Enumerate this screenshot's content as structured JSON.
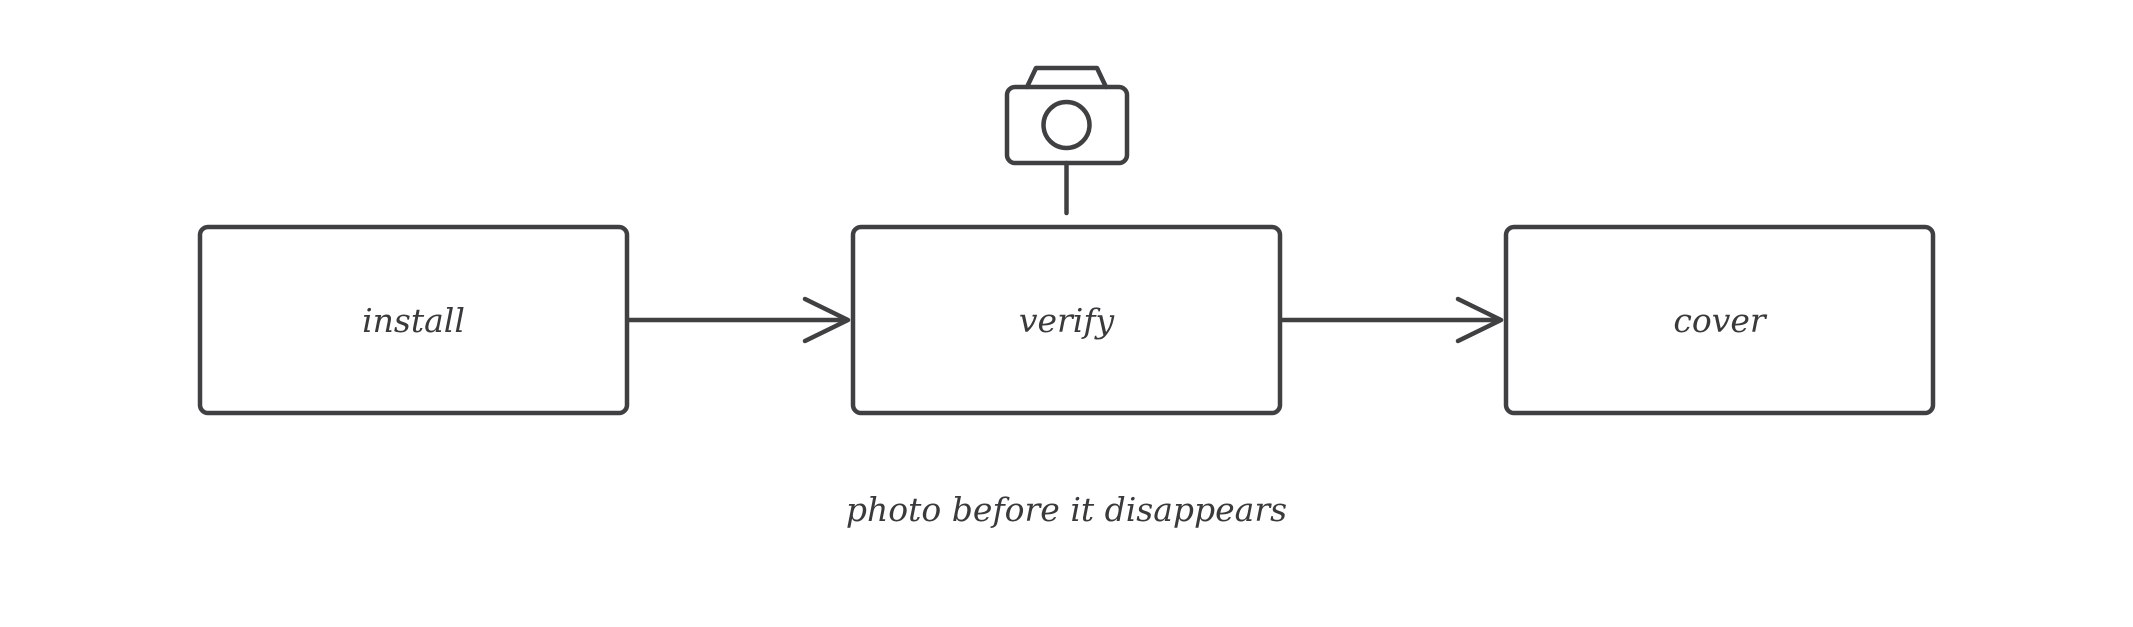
{
  "diagram": {
    "nodes": [
      {
        "id": "install",
        "label": "install"
      },
      {
        "id": "verify",
        "label": "verify"
      },
      {
        "id": "cover",
        "label": "cover"
      }
    ],
    "edges": [
      {
        "from": "install",
        "to": "verify"
      },
      {
        "from": "verify",
        "to": "cover"
      }
    ],
    "annotation": {
      "icon": "camera-icon",
      "attached_to": "verify",
      "caption": "photo before it disappears"
    },
    "colors": {
      "stroke": "#404042",
      "text": "#3a3a3c",
      "background": "#ffffff"
    }
  }
}
